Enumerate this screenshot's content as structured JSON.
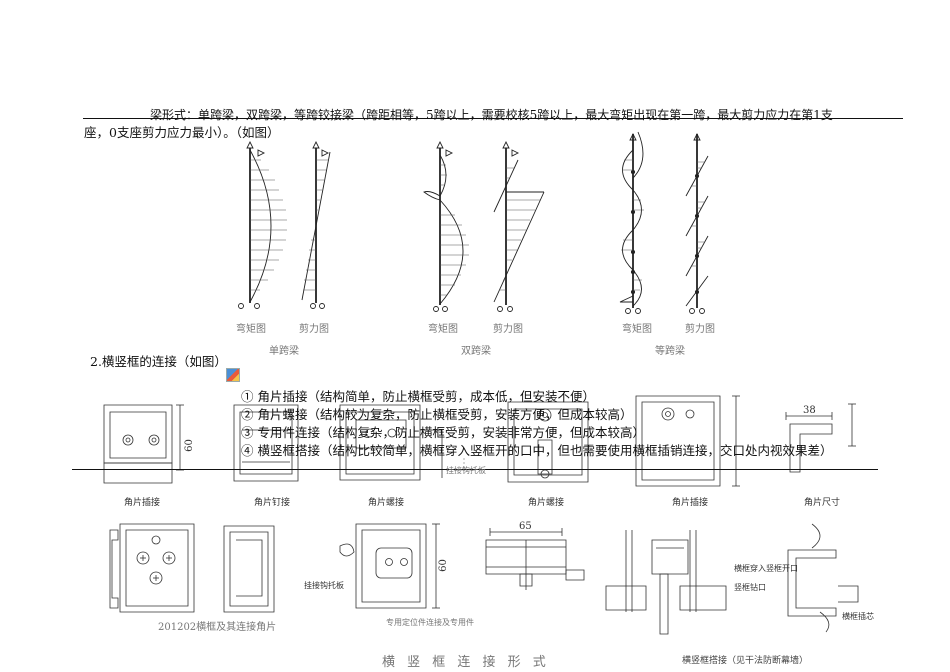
{
  "doc": {
    "intro_line1": "梁形式：单跨梁，双跨梁，等跨铰接梁（跨距相等，5跨以上，需要校核5跨以上，最大弯矩出现在第一跨，最大剪力应力在第1支",
    "intro_line2": "座，0支座剪力应力最小）。（如图）",
    "section2_title": "2.横竖框的连接（如图）",
    "methods": [
      "① 角片插接（结构简单，防止横框受剪，成本低，但安装不便）",
      "② 角片螺接（结构较为复杂，防止横框受剪，安装方便，但成本较高）",
      "③ 专用件连接（结构复杂，防止横框受剪，安装非常方便，但成本较高）",
      "④ 横竖框搭接（结构比较简单，横框穿入竖框开的口中，但也需要使用横框插销连接，交口处内视效果差）"
    ]
  },
  "beam_figure": {
    "groups": [
      {
        "name": "单跨梁",
        "moment_label": "弯矩图",
        "shear_label": "剪力图"
      },
      {
        "name": "双跨梁",
        "moment_label": "弯矩图",
        "shear_label": "剪力图"
      },
      {
        "name": "等跨梁",
        "moment_label": "弯矩图",
        "shear_label": "剪力图"
      }
    ]
  },
  "joint_figure": {
    "row1_captions": [
      "角片插接",
      "角片钉接",
      "角片螺接",
      "角片螺接",
      "角片插接",
      "角片尺寸"
    ],
    "dim_60a": "60",
    "dim_60b": "60",
    "dim_38": "38",
    "dim_65": "65",
    "label_hook": "挂接钩托板",
    "label_hook2": "挂接钩托板",
    "caption_201202": "201202横框及其连接角片",
    "caption_special": "专用定位件连接及专用件",
    "caption_overlap": "横竖框搭接（见干法防断幕墙）",
    "label_insert": "横框穿入竖框开口",
    "label_opening": "竖框钻口",
    "label_pin": "横框插芯",
    "bottom_title": "横 竖 框 连 接 形 式"
  }
}
